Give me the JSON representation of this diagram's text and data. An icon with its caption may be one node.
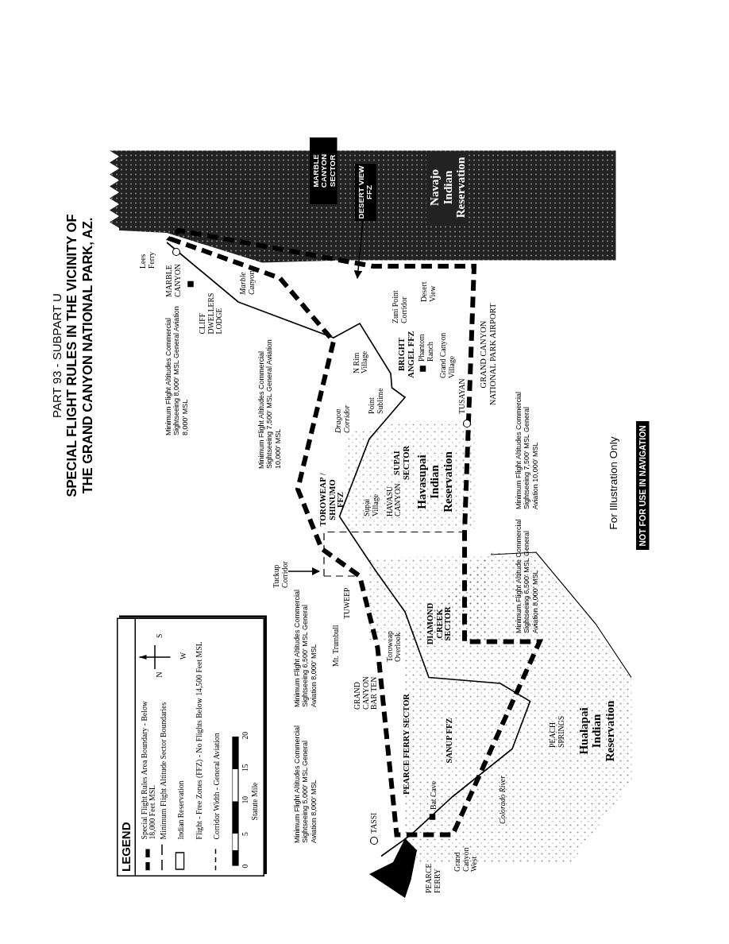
{
  "diagram": {
    "title": "SPECIAL FLIGHT RULES IN THE VICINITY OF THE GRAND CANYON NATIONAL PARK, AZ.",
    "nodes": [
      {
        "text": [
          "Tuckup Corridor"
        ]
      },
      {
        "text": [
          "DESERT VIEW FFZ"
        ]
      }
    ],
    "edges": [
      {
        "from": 0,
        "to": null,
        "arrow": "to"
      },
      {
        "from": 1,
        "to": null,
        "arrow": "to"
      }
    ],
    "labels": [
      "PART 93 - SUBPART U",
      "LEGEND",
      "N",
      "W",
      "S",
      "0",
      "5",
      "10",
      "15",
      "20",
      "Statute Mile",
      "Lees Ferry",
      "MARBLE CANYON",
      "CLIFF DWELLERS LODGE",
      "Marble Canyon",
      "MARBLE CANYON SECTOR",
      "Navajo Indian Reservation",
      "Desert View",
      "Zuni Point Corridor",
      "N Rim Village",
      "BRIGHT ANGEL FFZ",
      "Phantom Ranch",
      "Grand Canyon Village",
      "TUSAYAN",
      "GRAND CANYON NATIONAL PARK AIRPORT",
      "Point Sublime",
      "Dragon Corridor",
      "Minimum Flight Altitudes Commercial Sightseeing 8,000' MSL General Aviation 8,000' MSL",
      "Minimum Flight Altitudes Commercial Sightseeing 7,500' MSL General Aviation 10,000' MSL",
      "TOROWEAP / SHINUMO FFZ",
      "SUPAI SECTOR",
      "Havasupai Indian Reservation",
      "Supai Village",
      "HAVASU CANYON",
      "Minimum Flight Altitudes Commercial Sightseeing 7,500' MSL General Aviation 10,000' MSL",
      "Minimum Flight Altitudes Commercial Sightseeing 6,500' MSL General Aviation 8,000' MSL",
      "Mt. Trumbull",
      "TUWEEP",
      "GRAND CANYON BAR TEN",
      "Toroweap Overlook",
      "DIAMOND CREEK SECTOR",
      "Minimum Flight Altitude Commercial Sightseeing 6,500' MSL General Aviation 8,000' MSL",
      "Minimum Flight Altitudes Commercial Sightseeing 5,000' MSL General Aviation 8,000' MSL",
      "PEARCE FERRY SECTOR",
      "SANUP FFZ",
      "Bat Cave",
      "Colorado River",
      "Grand Canyon West",
      "TASSI",
      "PEARCE FERRY",
      "PEACH SPRINGS",
      "Hualapai Indian Reservation",
      "For Illustration Only",
      "NOT FOR USE IN NAVIGATION"
    ],
    "legend": [
      {
        "text": "Special Flight Rules Area Boundary - Below 18,000 Feet MSL"
      },
      {
        "text": "Minimum Flight Altitude Sector Boundaries"
      },
      {
        "text": "Indian Reservation"
      },
      {
        "text": "Flight - Free Zones (FFZ) - No Flights Below 14,500 Feet MSL"
      },
      {
        "text": "Corridor Width - General Aviation"
      }
    ]
  }
}
